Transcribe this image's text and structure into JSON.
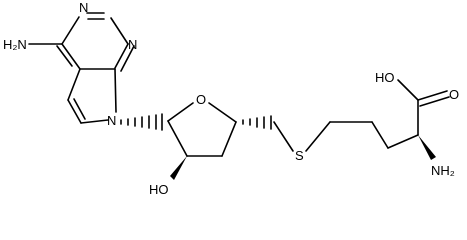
{
  "structure": {
    "labels": {
      "nh2_top": "H₂N",
      "n_top": "N",
      "n_right": "N",
      "n_ring": "N",
      "o_ring": "O",
      "s": "S",
      "ho_bottom": "HO",
      "ho_acid": "HO",
      "o_carbonyl": "O",
      "nh2_right": "NH₂"
    }
  }
}
